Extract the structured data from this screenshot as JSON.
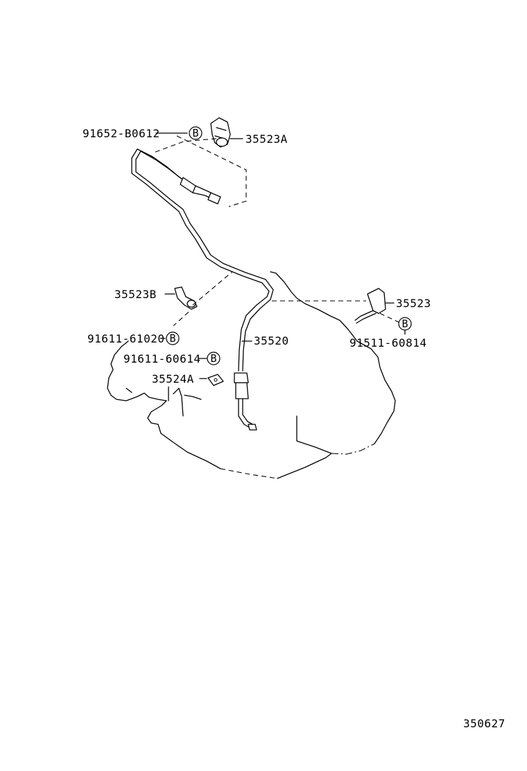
{
  "diagram": {
    "drawing_number": "350627",
    "torque_code": "B",
    "callouts": {
      "bolt_top": "91652-B0612",
      "clamp_top": "35523A",
      "clamp_mid": "35523B",
      "bolt_mid": "91611-61020",
      "bolt_low": "91611-60614",
      "clip": "35524A",
      "cable": "35520",
      "bracket_right": "35523",
      "bolt_right": "91511-60814"
    }
  }
}
